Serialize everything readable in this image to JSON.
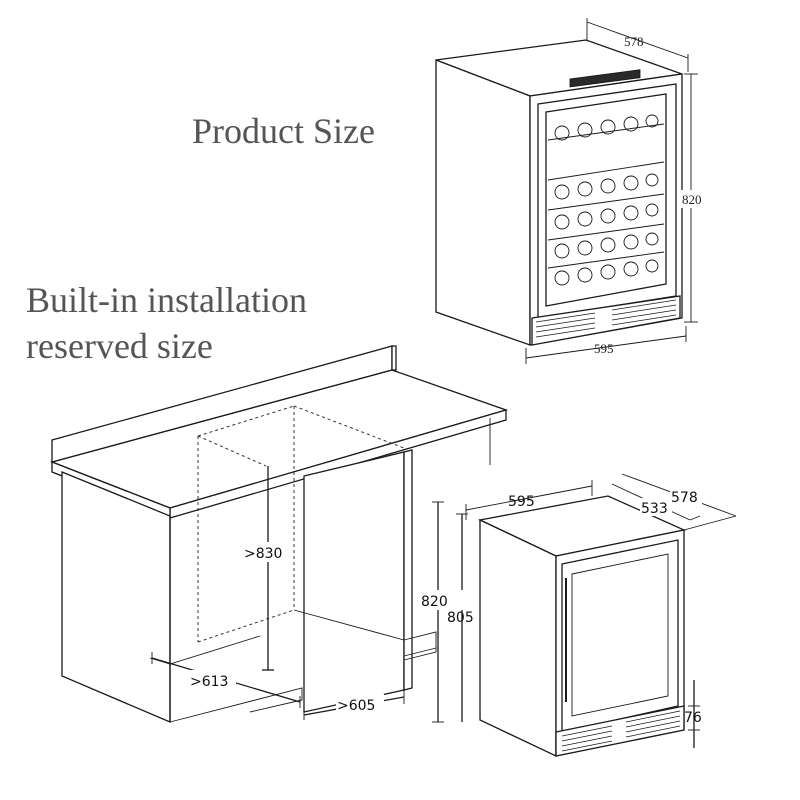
{
  "headings": {
    "product_size": "Product Size",
    "builtin_line1": "Built-in installation",
    "builtin_line2": "reserved size"
  },
  "product_dims": {
    "depth": "578",
    "height": "820",
    "width": "595"
  },
  "cabinet_dims": {
    "height": ">830",
    "depth": ">613",
    "width": ">605"
  },
  "unit_dims": {
    "width": "595",
    "depth_body": "533",
    "depth_total": "578",
    "height_total": "820",
    "height_body": "805",
    "plinth": "76"
  }
}
